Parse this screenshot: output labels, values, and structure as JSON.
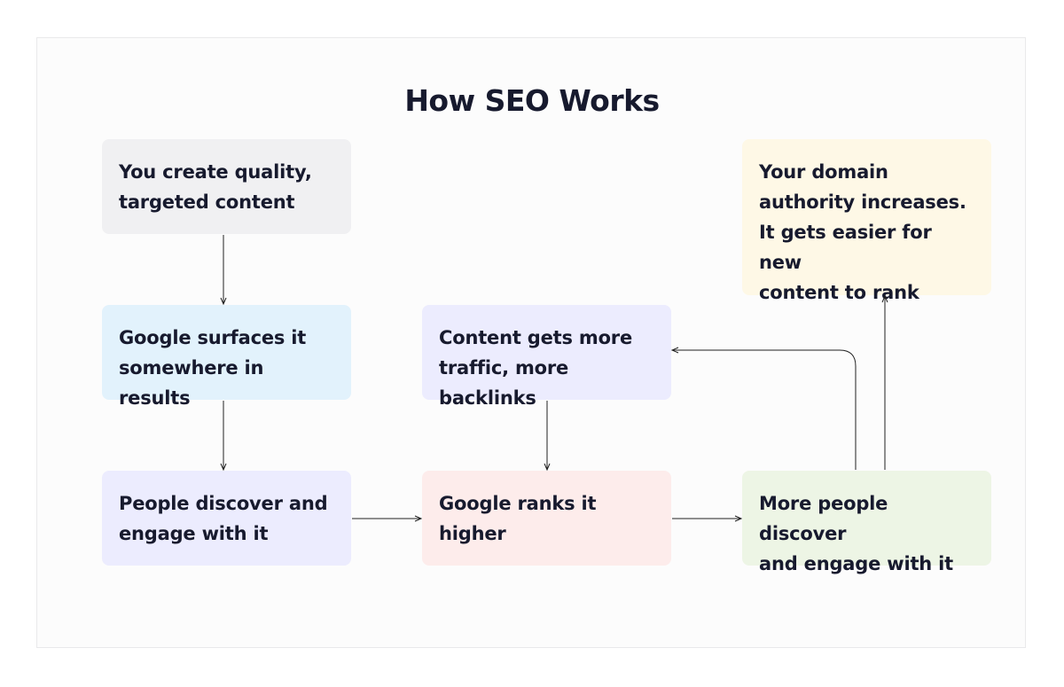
{
  "diagram": {
    "title": "How SEO Works",
    "colors": {
      "gray": "#f0f0f2",
      "blue": "#e2f2fc",
      "lavender": "#ececfe",
      "pink": "#fdeceb",
      "green": "#edf5e5",
      "yellow": "#fef8e6",
      "text": "#171a2e",
      "arrow": "#202020"
    },
    "steps": {
      "create": "You create quality,\ntargeted content",
      "surface": "Google surfaces it\nsomewhere in results",
      "discover": "People discover and\nengage with it",
      "ranks": "Google ranks it\nhigher",
      "more_people": "More people discover\nand engage with it",
      "traffic": "Content gets more\ntraffic, more backlinks",
      "authority": "Your domain\nauthority increases.\nIt gets easier for new\ncontent to rank"
    }
  }
}
